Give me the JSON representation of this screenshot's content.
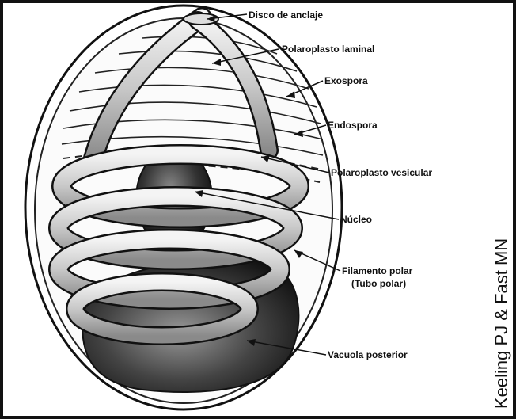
{
  "labels": {
    "disco": "Disco de anclaje",
    "polaroplasto_laminal": "Polaroplasto laminal",
    "exospora": "Exospora",
    "endospora": "Endospora",
    "polaroplasto_vesicular": "Polaroplasto vesicular",
    "nucleo": "Núcleo",
    "filamento_line1": "Filamento polar",
    "filamento_line2": "(Tubo polar)",
    "vacuola": "Vacuola posterior"
  },
  "credit": "Keeling PJ & Fast MN",
  "colors": {
    "ink": "#111111",
    "background": "#ffffff",
    "shade": "#3a3a3a"
  }
}
